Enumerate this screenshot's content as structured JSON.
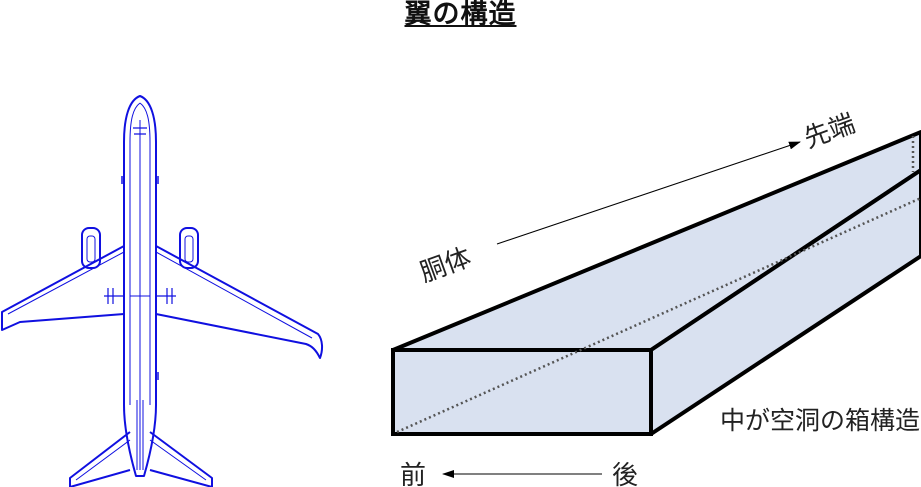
{
  "title": "翼の構造",
  "labels": {
    "tip": "先端",
    "fuselage": "胴体",
    "hollow_box": "中が空洞の箱構造",
    "front": "前",
    "rear": "後"
  },
  "colors": {
    "airplane_outline": "#1010e0",
    "box_face": "#d9e1f0",
    "box_edge": "#000000",
    "text": "#222222"
  }
}
